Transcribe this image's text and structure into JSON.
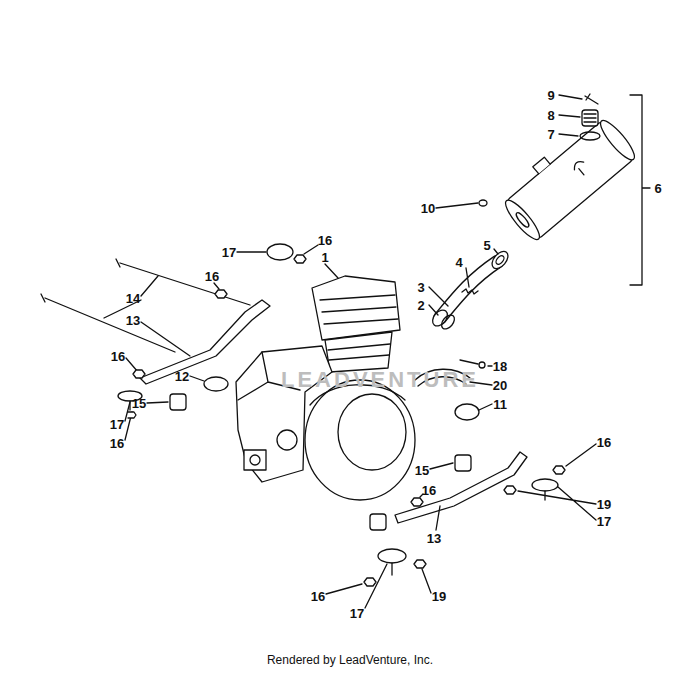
{
  "diagram": {
    "caption": "Rendered by LeadVenture, Inc.",
    "labels": [
      "9",
      "8",
      "7",
      "6",
      "10",
      "5",
      "4",
      "3",
      "16",
      "1",
      "17",
      "16",
      "14",
      "13",
      "2",
      "16",
      "12",
      "18",
      "20",
      "15",
      "11",
      "17",
      "16",
      "16",
      "15",
      "16",
      "19",
      "17",
      "13",
      "16",
      "19",
      "17",
      "LEADVENTURE"
    ]
  }
}
